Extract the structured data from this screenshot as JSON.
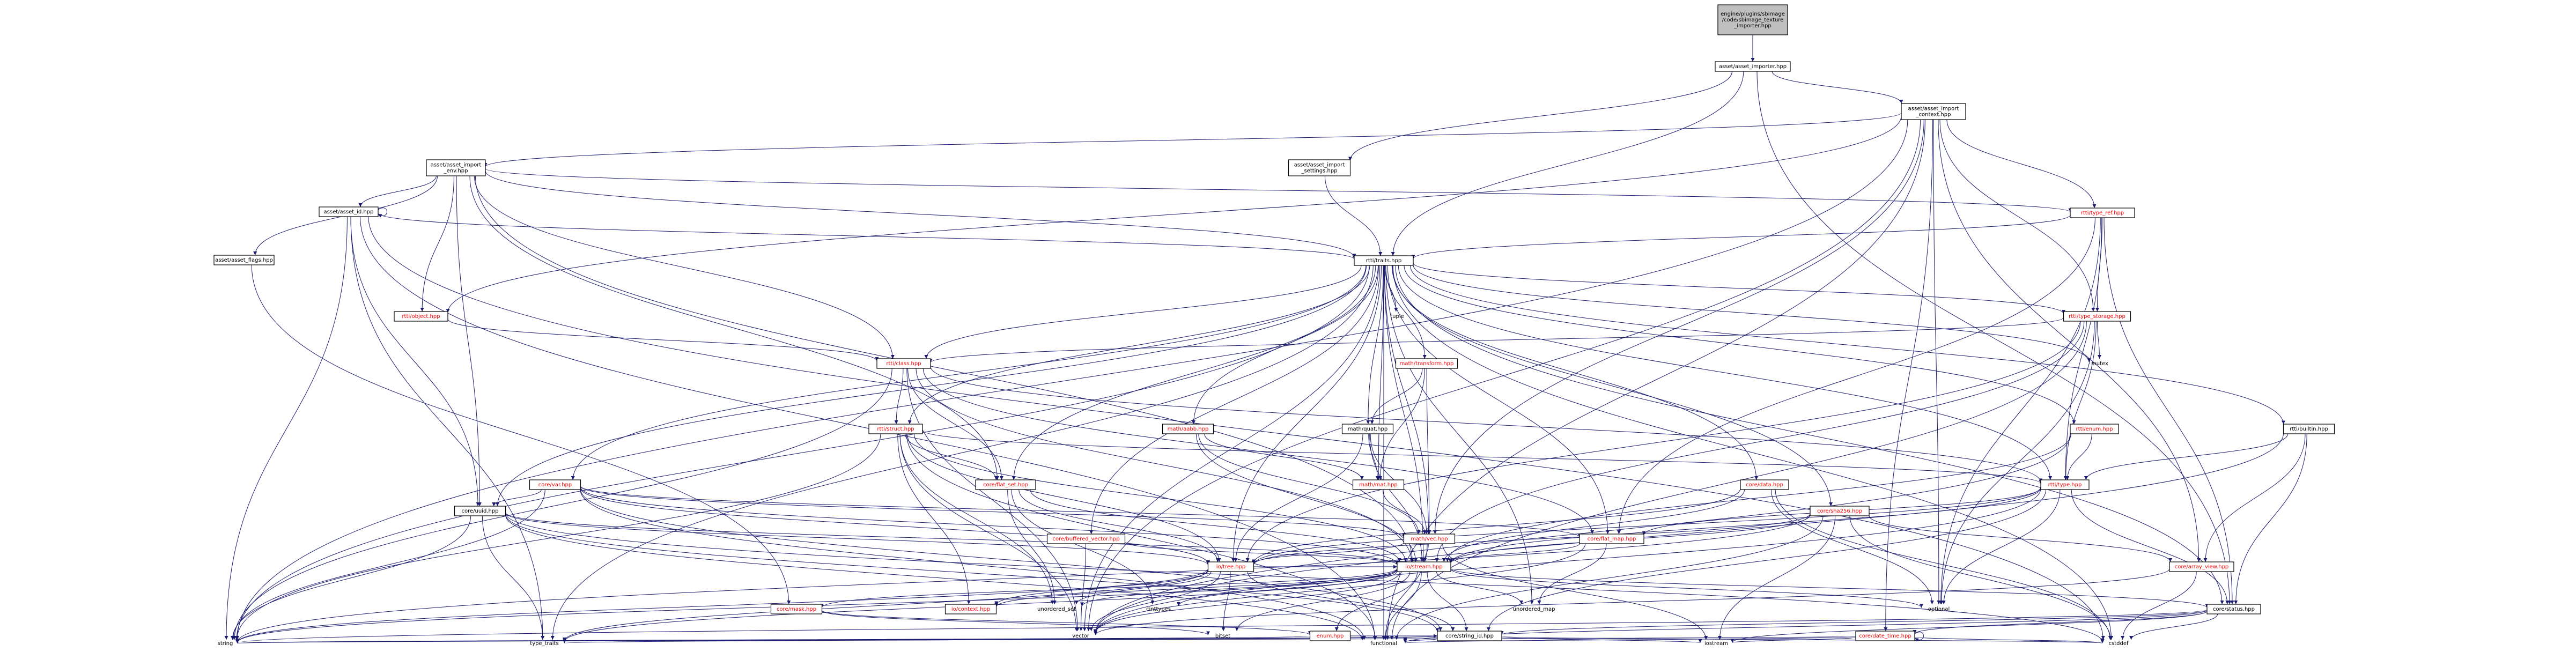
{
  "diagram": {
    "type": "include-dependency-graph",
    "colors": {
      "edge": "#1a1a6e",
      "root_fill": "#bfbfbf",
      "node_fill": "#ffffff",
      "node_border": "#000000",
      "red_text": "#ff0000"
    },
    "nodes": [
      {
        "id": "root",
        "label": "engine/plugins/sbimage\n/code/sbimage_texture\n_importer.hpp",
        "root": true
      },
      {
        "id": "aimp",
        "label": "asset/asset_importer.hpp"
      },
      {
        "id": "aictx",
        "label": "asset/asset_import\n_context.hpp"
      },
      {
        "id": "aienv",
        "label": "asset/asset_import\n_env.hpp"
      },
      {
        "id": "aiset",
        "label": "asset/asset_import\n_settings.hpp"
      },
      {
        "id": "aid",
        "label": "asset/asset_id.hpp"
      },
      {
        "id": "aflags",
        "label": "asset/asset_flags.hpp"
      },
      {
        "id": "rtraits",
        "label": "rtti/traits.hpp"
      },
      {
        "id": "rtyperef",
        "label": "rtti/type_ref.hpp",
        "red": true
      },
      {
        "id": "robject",
        "label": "rtti/object.hpp",
        "red": true
      },
      {
        "id": "tuple",
        "label": "tuple",
        "plain": true
      },
      {
        "id": "rtstore",
        "label": "rtti/type_storage.hpp",
        "red": true
      },
      {
        "id": "rclass",
        "label": "rtti/class.hpp",
        "red": true
      },
      {
        "id": "mxform",
        "label": "math/transform.hpp",
        "red": true
      },
      {
        "id": "mutex",
        "label": "mutex",
        "plain": true
      },
      {
        "id": "rstruct",
        "label": "rtti/struct.hpp",
        "red": true
      },
      {
        "id": "maabb",
        "label": "math/aabb.hpp",
        "red": true
      },
      {
        "id": "mquat",
        "label": "math/quat.hpp"
      },
      {
        "id": "renum",
        "label": "rtti/enum.hpp",
        "red": true
      },
      {
        "id": "rbuiltin",
        "label": "rtti/builtin.hpp"
      },
      {
        "id": "cvar",
        "label": "core/var.hpp",
        "red": true
      },
      {
        "id": "cflatset",
        "label": "core/flat_set.hpp",
        "red": true
      },
      {
        "id": "mmat",
        "label": "math/mat.hpp",
        "red": true
      },
      {
        "id": "rtype",
        "label": "rtti/type.hpp",
        "red": true
      },
      {
        "id": "cdata",
        "label": "core/data.hpp",
        "red": true
      },
      {
        "id": "csha",
        "label": "core/sha256.hpp",
        "red": true
      },
      {
        "id": "cuuid",
        "label": "core/uuid.hpp"
      },
      {
        "id": "cbufvec",
        "label": "core/buffered_vector.hpp",
        "red": true
      },
      {
        "id": "mvec",
        "label": "math/vec.hpp",
        "red": true
      },
      {
        "id": "cflatmap",
        "label": "core/flat_map.hpp",
        "red": true
      },
      {
        "id": "iotree",
        "label": "io/tree.hpp",
        "red": true
      },
      {
        "id": "iostream",
        "label": "io/stream.hpp",
        "red": true
      },
      {
        "id": "carrview",
        "label": "core/array_view.hpp",
        "red": true
      },
      {
        "id": "cmask",
        "label": "core/mask.hpp",
        "red": true
      },
      {
        "id": "ioctx",
        "label": "io/context.hpp",
        "red": true
      },
      {
        "id": "unset",
        "label": "unordered_set",
        "plain": true
      },
      {
        "id": "cstdint",
        "label": "cinttypes",
        "plain": true
      },
      {
        "id": "unmap",
        "label": "unordered_map",
        "plain": true
      },
      {
        "id": "optional",
        "label": "optional",
        "plain": true
      },
      {
        "id": "cstatus",
        "label": "core/status.hpp"
      },
      {
        "id": "vector",
        "label": "vector",
        "plain": true
      },
      {
        "id": "bitset",
        "label": "bitset",
        "plain": true
      },
      {
        "id": "enumh",
        "label": "enum.hpp",
        "red": true
      },
      {
        "id": "cstrid",
        "label": "core/string_id.hpp"
      },
      {
        "id": "cdtime",
        "label": "core/date_time.hpp",
        "red": true
      },
      {
        "id": "string",
        "label": "string",
        "plain": true
      },
      {
        "id": "ttraits",
        "label": "type_traits",
        "plain": true
      },
      {
        "id": "functional",
        "label": "functional",
        "plain": true
      },
      {
        "id": "iostr",
        "label": "iostream",
        "plain": true
      },
      {
        "id": "cstddef",
        "label": "cstddef",
        "plain": true
      }
    ],
    "edges": [
      [
        "root",
        "aimp"
      ],
      [
        "aimp",
        "aictx"
      ],
      [
        "aimp",
        "aiset"
      ],
      [
        "aimp",
        "rtraits"
      ],
      [
        "aimp",
        "cstatus"
      ],
      [
        "aictx",
        "aienv"
      ],
      [
        "aictx",
        "rtyperef"
      ],
      [
        "aictx",
        "robject"
      ],
      [
        "aictx",
        "string"
      ],
      [
        "aictx",
        "mvec"
      ],
      [
        "aictx",
        "rtstore"
      ],
      [
        "aictx",
        "optional"
      ],
      [
        "aictx",
        "carrview"
      ],
      [
        "aictx",
        "cdtime"
      ],
      [
        "aictx",
        "functional"
      ],
      [
        "aictx",
        "vector"
      ],
      [
        "aienv",
        "aid"
      ],
      [
        "aienv",
        "aflags"
      ],
      [
        "aienv",
        "rtraits"
      ],
      [
        "aienv",
        "robject"
      ],
      [
        "aienv",
        "cuuid"
      ],
      [
        "aienv",
        "rtyperef"
      ],
      [
        "aienv",
        "cflatset"
      ],
      [
        "aienv",
        "iostream"
      ],
      [
        "aienv",
        "rclass"
      ],
      [
        "aiset",
        "rtraits"
      ],
      [
        "aid",
        "aid"
      ],
      [
        "aid",
        "rtraits"
      ],
      [
        "aid",
        "cuuid"
      ],
      [
        "aid",
        "string"
      ],
      [
        "aid",
        "ttraits"
      ],
      [
        "aid",
        "cstddef"
      ],
      [
        "aid",
        "functional"
      ],
      [
        "aflags",
        "cmask"
      ],
      [
        "rtyperef",
        "rtraits"
      ],
      [
        "rtyperef",
        "rtstore"
      ],
      [
        "rtyperef",
        "rtype"
      ],
      [
        "rtyperef",
        "cstatus"
      ],
      [
        "rtyperef",
        "optional"
      ],
      [
        "rtyperef",
        "cflatmap"
      ],
      [
        "robject",
        "rclass"
      ],
      [
        "rtraits",
        "tuple"
      ],
      [
        "rtraits",
        "rtstore"
      ],
      [
        "rtraits",
        "rclass"
      ],
      [
        "rtraits",
        "mxform"
      ],
      [
        "rtraits",
        "mutex"
      ],
      [
        "rtraits",
        "rstruct"
      ],
      [
        "rtraits",
        "maabb"
      ],
      [
        "rtraits",
        "mquat"
      ],
      [
        "rtraits",
        "renum"
      ],
      [
        "rtraits",
        "rbuiltin"
      ],
      [
        "rtraits",
        "cvar"
      ],
      [
        "rtraits",
        "cflatset"
      ],
      [
        "rtraits",
        "mmat"
      ],
      [
        "rtraits",
        "rtype"
      ],
      [
        "rtraits",
        "cdata"
      ],
      [
        "rtraits",
        "csha"
      ],
      [
        "rtraits",
        "cuuid"
      ],
      [
        "rtraits",
        "cbufvec"
      ],
      [
        "rtraits",
        "mvec"
      ],
      [
        "rtraits",
        "cflatmap"
      ],
      [
        "rtraits",
        "iotree"
      ],
      [
        "rtraits",
        "iostream"
      ],
      [
        "rtraits",
        "cstatus"
      ],
      [
        "rtraits",
        "unmap"
      ],
      [
        "rtraits",
        "string"
      ],
      [
        "rtraits",
        "ttraits"
      ],
      [
        "rtraits",
        "cstddef"
      ],
      [
        "rtraits",
        "vector"
      ],
      [
        "rtraits",
        "functional"
      ],
      [
        "rtstore",
        "rclass"
      ],
      [
        "rtstore",
        "rtype"
      ],
      [
        "rtstore",
        "mutex"
      ],
      [
        "rtstore",
        "optional"
      ],
      [
        "rtstore",
        "iostream"
      ],
      [
        "rtstore",
        "iotree"
      ],
      [
        "rtstore",
        "functional"
      ],
      [
        "rclass",
        "rstruct"
      ],
      [
        "rclass",
        "cflatset"
      ],
      [
        "rclass",
        "cflatmap"
      ],
      [
        "rclass",
        "iostream"
      ],
      [
        "rclass",
        "vector"
      ],
      [
        "rclass",
        "string"
      ],
      [
        "rclass",
        "rtype"
      ],
      [
        "rstruct",
        "rtype"
      ],
      [
        "rstruct",
        "cflatset"
      ],
      [
        "rstruct",
        "iotree"
      ],
      [
        "rstruct",
        "iostream"
      ],
      [
        "rstruct",
        "vector"
      ],
      [
        "rstruct",
        "string"
      ],
      [
        "rstruct",
        "functional"
      ],
      [
        "rstruct",
        "unset"
      ],
      [
        "rstruct",
        "ioctx"
      ],
      [
        "mxform",
        "mquat"
      ],
      [
        "mxform",
        "mmat"
      ],
      [
        "mxform",
        "mvec"
      ],
      [
        "maabb",
        "mmat"
      ],
      [
        "maabb",
        "mvec"
      ],
      [
        "maabb",
        "iostream"
      ],
      [
        "mquat",
        "mmat"
      ],
      [
        "mquat",
        "mvec"
      ],
      [
        "mquat",
        "iostream"
      ],
      [
        "mquat",
        "iotree"
      ],
      [
        "renum",
        "rtype"
      ],
      [
        "renum",
        "iostream"
      ],
      [
        "renum",
        "vector"
      ],
      [
        "rbuiltin",
        "rtype"
      ],
      [
        "rbuiltin",
        "carrview"
      ],
      [
        "rbuiltin",
        "cstatus"
      ],
      [
        "rbuiltin",
        "vector"
      ],
      [
        "cvar",
        "cuuid"
      ],
      [
        "cvar",
        "mvec"
      ],
      [
        "cvar",
        "iostream"
      ],
      [
        "cvar",
        "iotree"
      ],
      [
        "cvar",
        "string"
      ],
      [
        "cvar",
        "cflatmap"
      ],
      [
        "cvar",
        "cstrid"
      ],
      [
        "cvar",
        "functional"
      ],
      [
        "cflatset",
        "iostream"
      ],
      [
        "cflatset",
        "iotree"
      ],
      [
        "cflatset",
        "cstdint"
      ],
      [
        "cflatset",
        "unset"
      ],
      [
        "mmat",
        "mvec"
      ],
      [
        "rtype",
        "iostream"
      ],
      [
        "rtype",
        "iotree"
      ],
      [
        "rtype",
        "cstatus"
      ],
      [
        "rtype",
        "optional"
      ],
      [
        "rtype",
        "cflatmap"
      ],
      [
        "rtype",
        "vector"
      ],
      [
        "rtype",
        "cstrid"
      ],
      [
        "cdata",
        "iostream"
      ],
      [
        "cdata",
        "iotree"
      ],
      [
        "cdata",
        "cstddef"
      ],
      [
        "cdata",
        "optional"
      ],
      [
        "csha",
        "iostream"
      ],
      [
        "csha",
        "iotree"
      ],
      [
        "csha",
        "carrview"
      ],
      [
        "csha",
        "cstddef"
      ],
      [
        "csha",
        "string"
      ],
      [
        "csha",
        "functional"
      ],
      [
        "csha",
        "iostr"
      ],
      [
        "cuuid",
        "iostream"
      ],
      [
        "cuuid",
        "iotree"
      ],
      [
        "cuuid",
        "string"
      ],
      [
        "cuuid",
        "ttraits"
      ],
      [
        "cuuid",
        "functional"
      ],
      [
        "cuuid",
        "cstddef"
      ],
      [
        "cuuid",
        "cstrid"
      ],
      [
        "cbufvec",
        "iostream"
      ],
      [
        "cbufvec",
        "vector"
      ],
      [
        "mvec",
        "iostream"
      ],
      [
        "mvec",
        "iotree"
      ],
      [
        "mvec",
        "functional"
      ],
      [
        "mvec",
        "iostr"
      ],
      [
        "cflatmap",
        "iostream"
      ],
      [
        "cflatmap",
        "unmap"
      ],
      [
        "cflatmap",
        "vector"
      ],
      [
        "iotree",
        "iostream"
      ],
      [
        "iotree",
        "ioctx"
      ],
      [
        "iotree",
        "vector"
      ],
      [
        "iotree",
        "string"
      ],
      [
        "iotree",
        "bitset"
      ],
      [
        "iotree",
        "unset"
      ],
      [
        "iotree",
        "ttraits"
      ],
      [
        "iotree",
        "cstrid"
      ],
      [
        "iostream",
        "cmask"
      ],
      [
        "iostream",
        "ioctx"
      ],
      [
        "iostream",
        "unset"
      ],
      [
        "iostream",
        "cstdint"
      ],
      [
        "iostream",
        "unmap"
      ],
      [
        "iostream",
        "optional"
      ],
      [
        "iostream",
        "vector"
      ],
      [
        "iostream",
        "string"
      ],
      [
        "iostream",
        "bitset"
      ],
      [
        "iostream",
        "cstatus"
      ],
      [
        "iostream",
        "enumh"
      ],
      [
        "iostream",
        "cstrid"
      ],
      [
        "iostream",
        "functional"
      ],
      [
        "iostream",
        "ttraits"
      ],
      [
        "carrview",
        "vector"
      ],
      [
        "carrview",
        "cstddef"
      ],
      [
        "cmask",
        "enumh"
      ],
      [
        "cmask",
        "bitset"
      ],
      [
        "cstatus",
        "cstrid"
      ],
      [
        "cstatus",
        "cdtime"
      ],
      [
        "cstatus",
        "string"
      ],
      [
        "cstatus",
        "iostr"
      ],
      [
        "cstatus",
        "cstddef"
      ],
      [
        "cstatus",
        "functional"
      ],
      [
        "enumh",
        "cstrid"
      ],
      [
        "enumh",
        "string"
      ],
      [
        "cstrid",
        "string"
      ],
      [
        "cstrid",
        "ttraits"
      ],
      [
        "cstrid",
        "functional"
      ],
      [
        "cstrid",
        "iostr"
      ],
      [
        "cstrid",
        "cstddef"
      ],
      [
        "cdtime",
        "cdtime"
      ],
      [
        "cdtime",
        "string"
      ],
      [
        "cdtime",
        "iostr"
      ],
      [
        "cdtime",
        "cstddef"
      ],
      [
        "cdtime",
        "functional"
      ]
    ]
  }
}
